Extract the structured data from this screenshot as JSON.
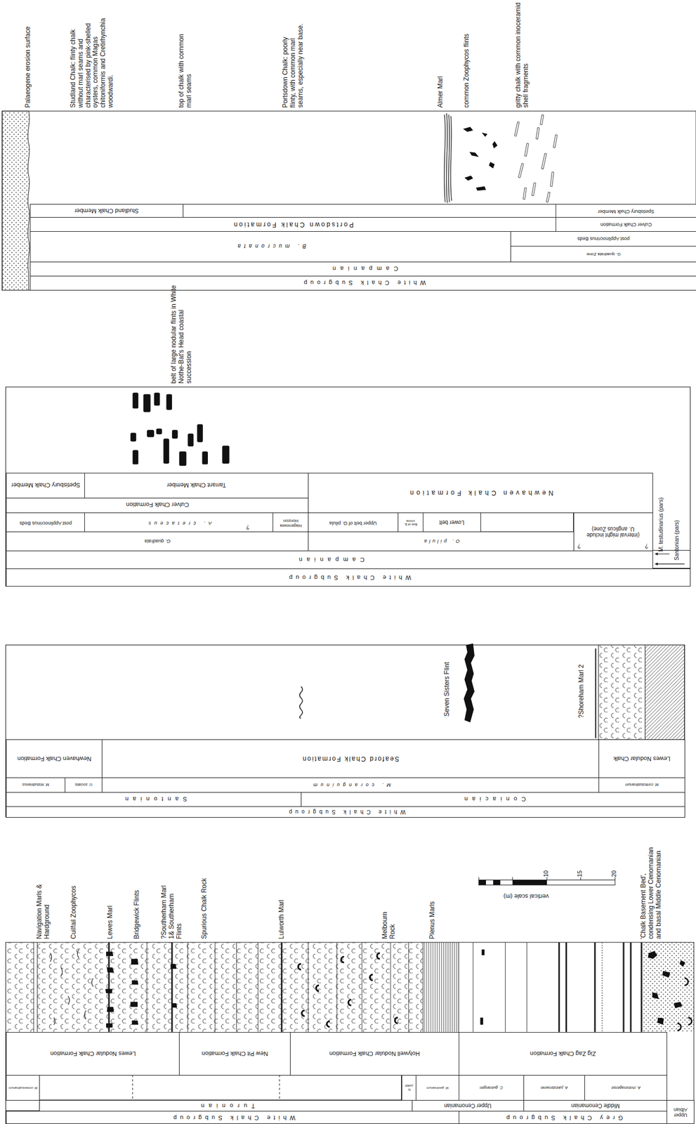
{
  "diagram": {
    "nodes": [
      {
        "text": [
          "Studland Chalk Member"
        ]
      },
      {
        "text": [
          "Portsdown Chalk Formation"
        ]
      },
      {
        "text": [
          "Spetisbury Chalk Member"
        ]
      },
      {
        "text": [
          "Culver Chalk Formation"
        ]
      },
      {
        "text": [
          "B. mucronata"
        ]
      },
      {
        "text": [
          "post Applinocrinus Beds"
        ]
      },
      {
        "text": [
          "G. quadrata Zone"
        ]
      },
      {
        "text": [
          "Campanian"
        ]
      },
      {
        "text": [
          "White Chalk Subgroup"
        ]
      },
      {
        "text": [
          "Spetisbury Chalk Member"
        ]
      },
      {
        "text": [
          "Tarrant Chalk Member"
        ]
      },
      {
        "text": [
          "Newhaven Chalk Formation"
        ]
      },
      {
        "text": [
          "Culver Chalk Formation"
        ]
      },
      {
        "text": [
          "post Applinocrinus Beds"
        ]
      },
      {
        "text": [
          "A. cretaceus"
        ]
      },
      {
        "text": [
          "Hagenowia Horizon"
        ]
      },
      {
        "text": [
          "Upper belt of O. pilula"
        ]
      },
      {
        "text": [
          "Belt of E. cincta"
        ]
      },
      {
        "text": [
          "Lower belt"
        ]
      },
      {
        "text": [
          "(interval might include U. anglicus Zone)"
        ]
      },
      {
        "text": [
          "G. quadrata"
        ]
      },
      {
        "text": [
          "O. pilula"
        ]
      },
      {
        "text": [
          "Campanian"
        ]
      },
      {
        "text": [
          "White Chalk Subgroup"
        ]
      },
      {
        "text": [
          "Newhaven Chalk Formation"
        ]
      },
      {
        "text": [
          "Seaford Chalk Formation"
        ]
      },
      {
        "text": [
          "Lewes Nodular Chalk"
        ]
      },
      {
        "text": [
          "M. testudinarius"
        ]
      },
      {
        "text": [
          "U. socialis"
        ]
      },
      {
        "text": [
          "M. coranguinum"
        ]
      },
      {
        "text": [
          "M. cortestudinarium"
        ]
      },
      {
        "text": [
          "Santonian"
        ]
      },
      {
        "text": [
          "Coniacian"
        ]
      },
      {
        "text": [
          "White Chalk Subgroup"
        ]
      },
      {
        "text": [
          "Lewes Nodular Chalk Formation"
        ]
      },
      {
        "text": [
          "New Pit Chalk Formation"
        ]
      },
      {
        "text": [
          "Holywell Nodular Chalk Formation"
        ]
      },
      {
        "text": [
          "Zig Zag Chalk Formation"
        ]
      },
      {
        "text": [
          "M. cortestudinarium"
        ]
      },
      {
        "text": [
          "N. juddii"
        ]
      },
      {
        "text": [
          "M. geslinianum"
        ]
      },
      {
        "text": [
          "C. guerangeri"
        ]
      },
      {
        "text": [
          "A. jukesbrownei"
        ]
      },
      {
        "text": [
          "A. rhotomagense"
        ]
      },
      {
        "text": [
          "Turonian"
        ]
      },
      {
        "text": [
          "Upper Cenomanian"
        ]
      },
      {
        "text": [
          "Middle Cenomanian"
        ]
      },
      {
        "text": [
          "Upper Albian"
        ]
      },
      {
        "text": [
          "White Chalk Subgroup"
        ]
      },
      {
        "text": [
          "Grey Chalk Subgroup"
        ]
      }
    ],
    "labels": [
      "Palaeogene erosion surface",
      "Studland Chalk: flinty chalk without marl seams and characterised by pink-shelled oysters, common Magas chitoniformis and Cretirhynchia woodwardi.",
      "top of chalk with common marl seams",
      "Portsdown Chalk: poorly flinty, with common marl seams, especially near base.",
      "Almer Marl",
      "common Zoophycos flints",
      "gritty chalk with common inoceramid shell fragments",
      "belt of large nodular flints in White Nothe-Bat's Head coastal succession",
      "?",
      "?",
      "?",
      "M. testudinarius (pars)",
      "Santonian (pars)",
      "Seven Sisters Flint",
      "?Shoreham Marl 2",
      "Navigation Marls & Hardground",
      "Cuilfail Zoophycos",
      "Lewes Marl",
      "Bridgewick Flints",
      "?Southerham Marl 1& Southerham Flints",
      "Spurious Chalk Rock",
      "Lulworth Marl",
      "Melbourn Rock",
      "Plenus Marls",
      "10",
      "15",
      "20",
      "vertical scale (m)",
      "'Chalk Basement Bed', condensing Lower Cenomanian and basal Middle Cenomanian"
    ]
  }
}
